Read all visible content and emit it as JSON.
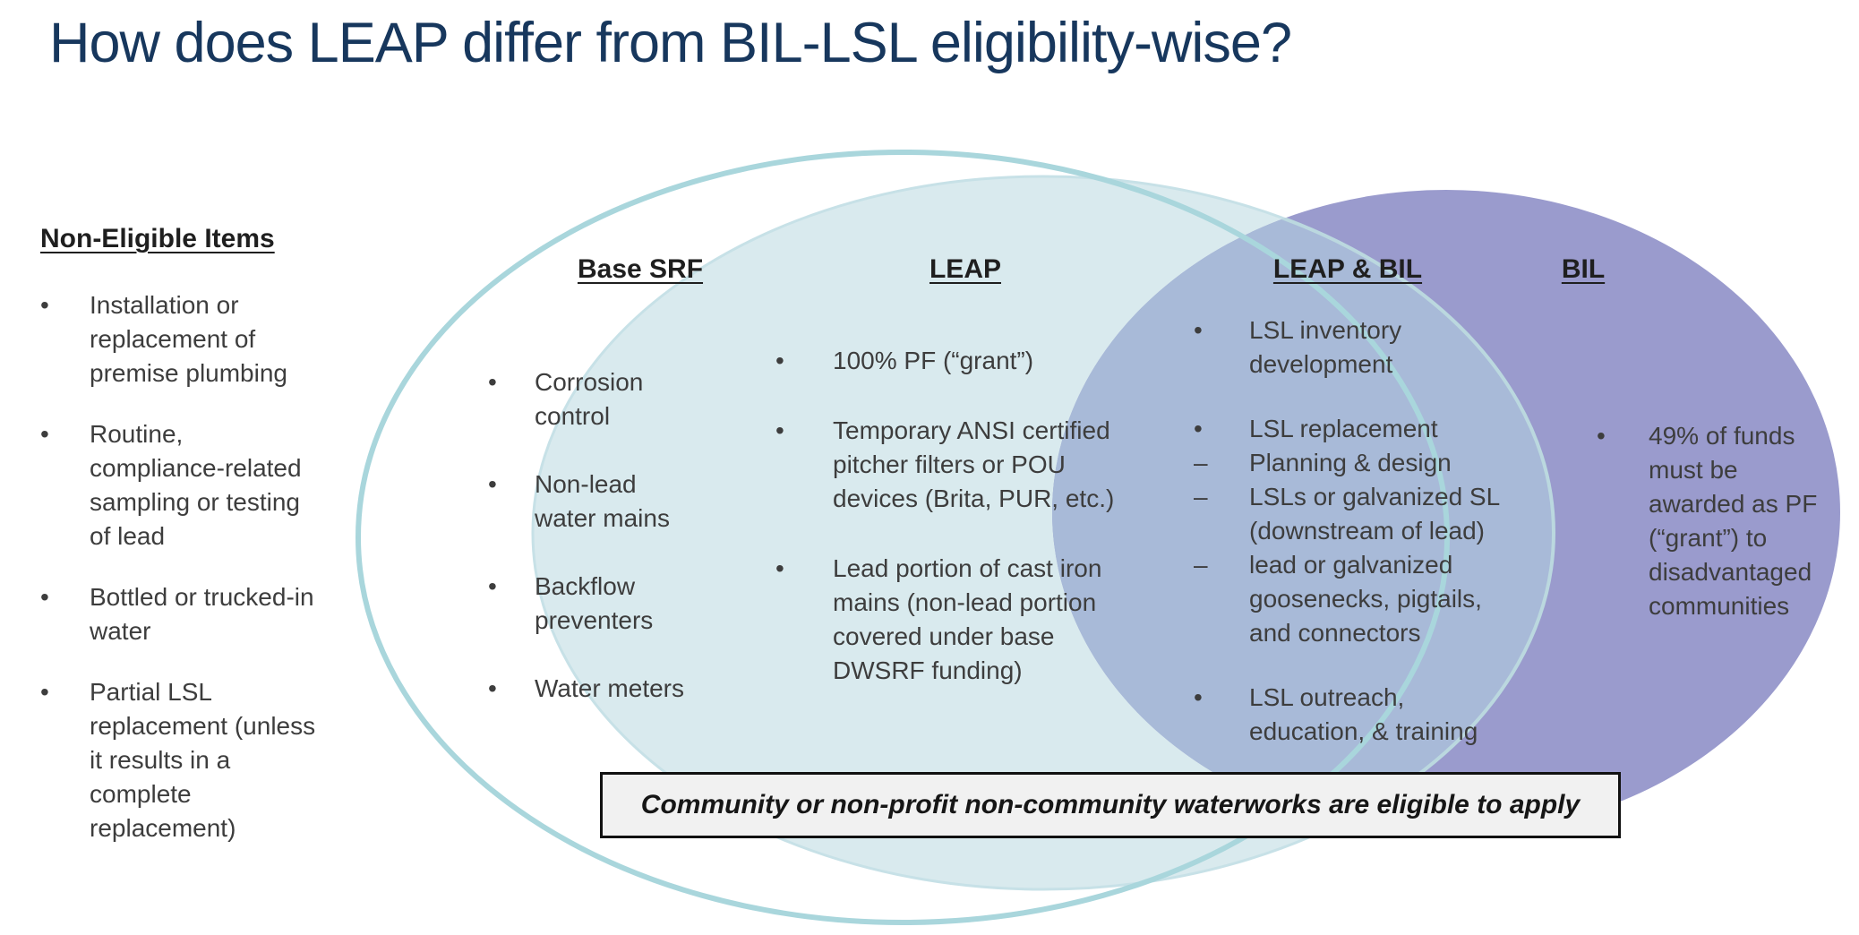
{
  "title": "How does LEAP differ from BIL-LSL eligibility-wise?",
  "colors": {
    "title_text": "#17375D",
    "outer_stroke": "#A9D6DC",
    "leap_fill": "#D9EAEE",
    "leap_stroke": "#C7E1E7",
    "bil_fill": "#9A9BCD",
    "overlap_fill": "#A8BAD8",
    "banner_bg": "#F1F1F1"
  },
  "non_eligible": {
    "heading": "Non-Eligible Items",
    "items": [
      "Installation or replacement of premise plumbing",
      "Routine, compliance-related sampling or testing of lead",
      "Bottled or trucked-in water",
      "Partial LSL replacement (unless it results in a complete replacement)"
    ]
  },
  "venn": {
    "base_srf": {
      "heading": "Base SRF",
      "items": [
        "Corrosion control",
        "Non-lead water mains",
        "Backflow preventers",
        "Water meters"
      ]
    },
    "leap": {
      "heading": "LEAP",
      "items": [
        "100% PF (“grant”)",
        "Temporary ANSI certified pitcher filters or POU devices (Brita, PUR, etc.)",
        "Lead portion of cast iron mains (non-lead portion covered under base DWSRF funding)"
      ]
    },
    "leap_bil": {
      "heading": "LEAP & BIL",
      "items": [
        {
          "marker": "bullet",
          "text": "LSL inventory development"
        },
        {
          "marker": "bullet",
          "text": "LSL replacement"
        },
        {
          "marker": "dash",
          "text": "Planning & design"
        },
        {
          "marker": "dash",
          "text": "LSLs or galvanized SL (downstream of lead)"
        },
        {
          "marker": "dash",
          "text": "lead or galvanized goosenecks, pigtails, and connectors"
        },
        {
          "marker": "bullet",
          "text": "LSL outreach, education, & training"
        }
      ]
    },
    "bil": {
      "heading": "BIL",
      "items": [
        "49% of funds must be awarded as PF (“grant”) to disadvantaged communities"
      ]
    }
  },
  "banner": {
    "text": "Community or non-profit non-community waterworks are eligible to apply"
  }
}
